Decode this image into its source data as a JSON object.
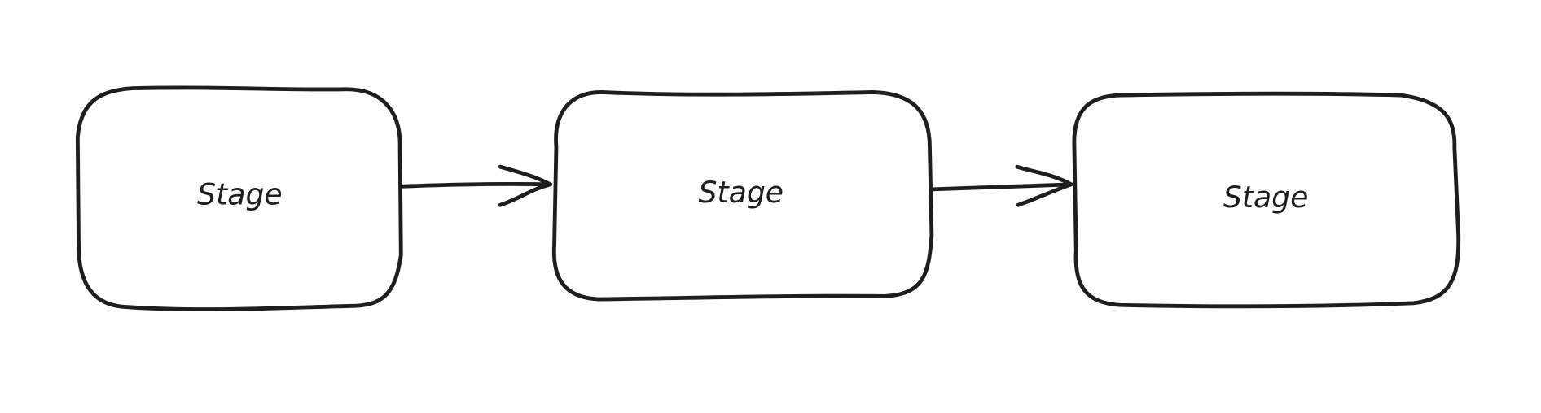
{
  "diagram": {
    "nodes": [
      {
        "id": "stage-1",
        "label": "Stage"
      },
      {
        "id": "stage-2",
        "label": "Stage"
      },
      {
        "id": "stage-3",
        "label": "Stage"
      }
    ],
    "edges": [
      {
        "from": "stage-1",
        "to": "stage-2"
      },
      {
        "from": "stage-2",
        "to": "stage-3"
      }
    ],
    "colors": {
      "stroke": "#1e1e1e",
      "background": "#ffffff"
    }
  }
}
